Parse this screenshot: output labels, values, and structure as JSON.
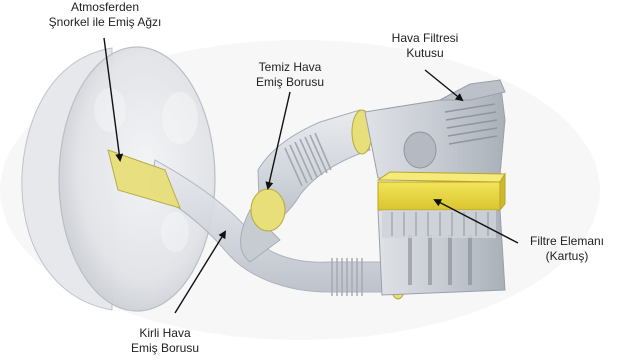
{
  "labels": {
    "snorkel": {
      "line1": "Atmosferden",
      "line2": "Şnorkel ile Emiş Ağzı"
    },
    "clean_pipe": {
      "line1": "Temiz Hava",
      "line2": "Emiş Borusu"
    },
    "filter_box": {
      "line1": "Hava Filtresi",
      "line2": "Kutusu"
    },
    "filter_element": {
      "line1": "Filtre Elemanı",
      "line2": "(Kartuş)"
    },
    "dirty_pipe": {
      "line1": "Kirli Hava",
      "line2": "Emiş Borusu"
    }
  },
  "colors": {
    "housing": "#c9ced4",
    "highlight": "#e8df7a",
    "filter_yellow": "#ead83a",
    "arrow": "#111111"
  }
}
